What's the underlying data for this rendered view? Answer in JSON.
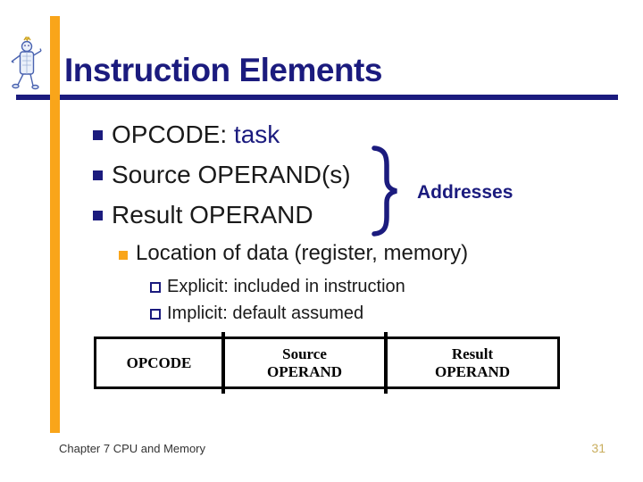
{
  "slide": {
    "title": "Instruction Elements",
    "main_bullets": [
      {
        "text": "OPCODE: ",
        "accent": "task"
      },
      {
        "text": "Source OPERAND(s)",
        "accent": ""
      },
      {
        "text": "Result OPERAND",
        "accent": ""
      }
    ],
    "brace_label": "Addresses",
    "level2_bullet": "Location of data (register, memory)",
    "level3_bullets": [
      "Explicit: included in instruction",
      "Implicit: default assumed"
    ],
    "table": {
      "cells": [
        {
          "line1": "OPCODE",
          "line2": ""
        },
        {
          "line1": "Source",
          "line2": "OPERAND"
        },
        {
          "line1": "Result",
          "line2": "OPERAND"
        }
      ]
    },
    "footer": {
      "chapter": "Chapter 7 CPU and Memory",
      "page_number": "31"
    },
    "colors": {
      "navy": "#1B1B7E",
      "orange": "#F9A51A",
      "page_number_gold": "#C9AE5E",
      "table_border": "#000000"
    },
    "icons": {
      "mascot": "robot-mascot-icon",
      "brace": "right-curly-brace"
    }
  }
}
